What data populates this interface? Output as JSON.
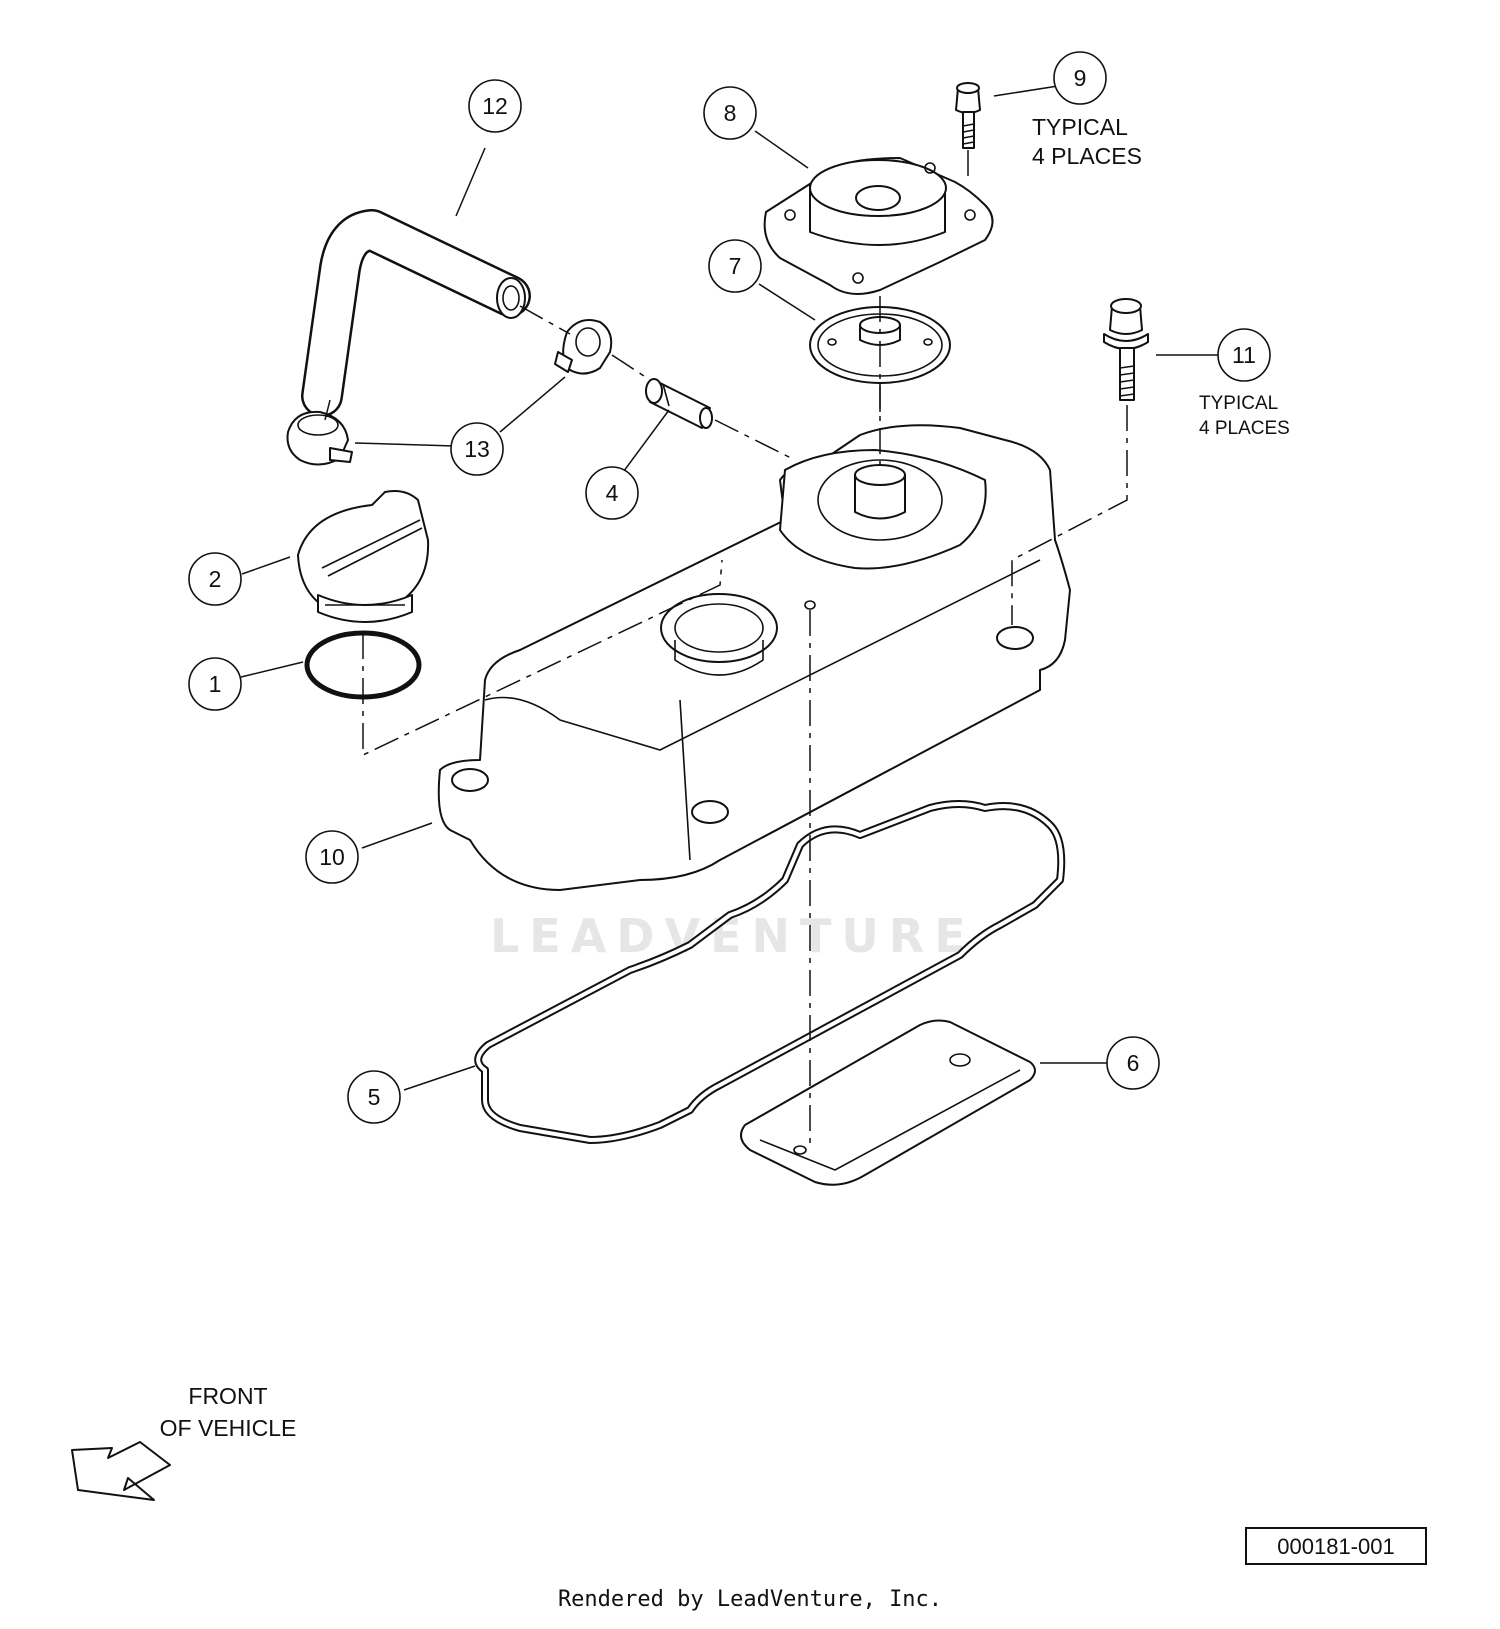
{
  "callouts": [
    {
      "id": "c1",
      "label": "1"
    },
    {
      "id": "c2",
      "label": "2"
    },
    {
      "id": "c4",
      "label": "4"
    },
    {
      "id": "c5",
      "label": "5"
    },
    {
      "id": "c6",
      "label": "6"
    },
    {
      "id": "c7",
      "label": "7"
    },
    {
      "id": "c8",
      "label": "8"
    },
    {
      "id": "c9",
      "label": "9"
    },
    {
      "id": "c10",
      "label": "10"
    },
    {
      "id": "c11",
      "label": "11"
    },
    {
      "id": "c12",
      "label": "12"
    },
    {
      "id": "c13",
      "label": "13"
    }
  ],
  "notes": {
    "typical_9_line1": "TYPICAL",
    "typical_9_line2": "4 PLACES",
    "typical_11_line1": "TYPICAL",
    "typical_11_line2": "4 PLACES",
    "front_line1": "FRONT",
    "front_line2": "OF VEHICLE"
  },
  "reference_number": "000181-001",
  "footer": "Rendered by LeadVenture, Inc.",
  "watermark": "LEADVENTURE",
  "colors": {
    "line": "#111111",
    "background": "#ffffff",
    "watermark": "#e6e6e6"
  }
}
